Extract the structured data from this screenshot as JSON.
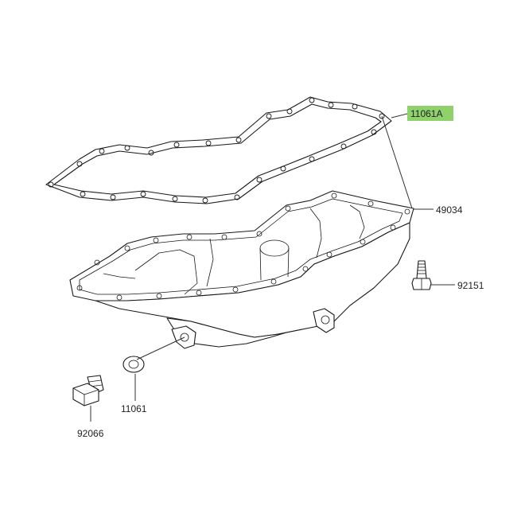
{
  "parts": [
    {
      "id": "gasket",
      "number": "11061A",
      "highlighted": true
    },
    {
      "id": "oil-pan",
      "number": "49034",
      "highlighted": false
    },
    {
      "id": "bolt",
      "number": "92151",
      "highlighted": false
    },
    {
      "id": "washer",
      "number": "11061",
      "highlighted": false
    },
    {
      "id": "drain-plug",
      "number": "92066",
      "highlighted": false
    }
  ],
  "colors": {
    "highlight": "#8fd16a",
    "line": "#1a1a1a",
    "background": "#ffffff"
  }
}
